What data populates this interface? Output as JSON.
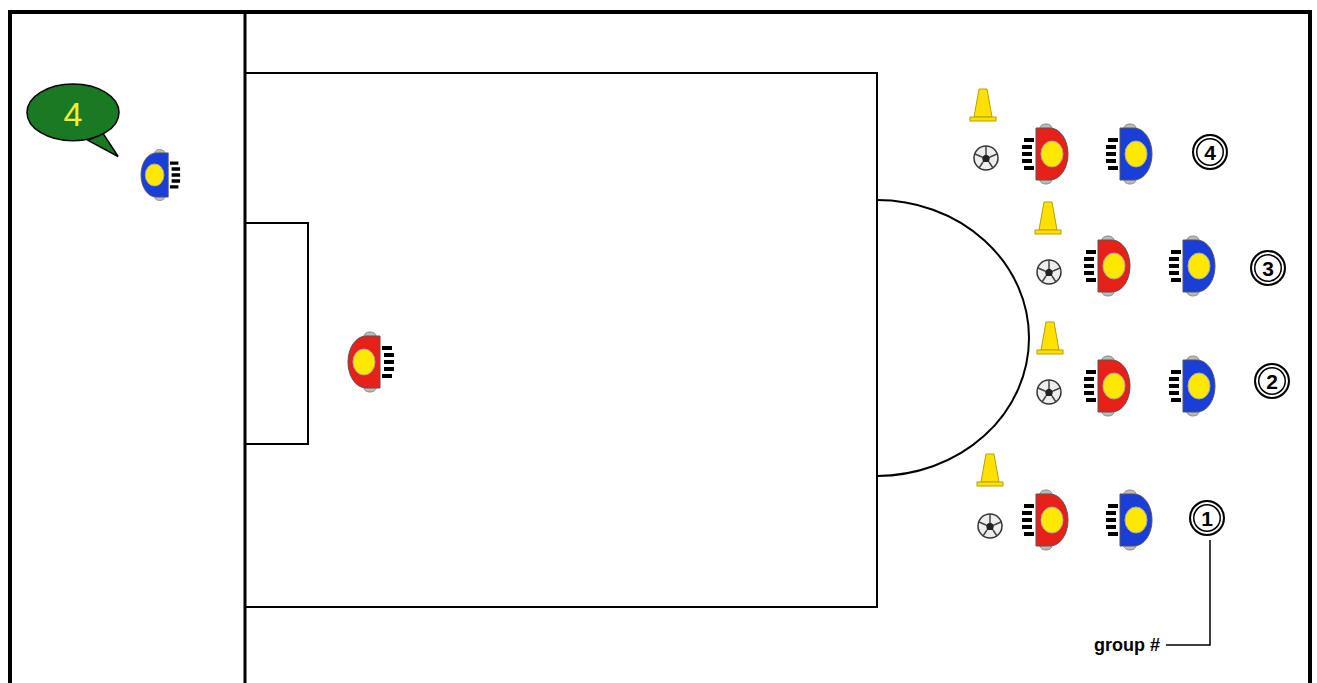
{
  "diagram": {
    "nodes": [
      {
        "text": [
          "4"
        ]
      },
      {
        "text": [
          "4"
        ]
      },
      {
        "text": [
          "3"
        ]
      },
      {
        "text": [
          "2"
        ]
      },
      {
        "text": [
          "1"
        ]
      }
    ],
    "labels": [
      "group #"
    ]
  }
}
